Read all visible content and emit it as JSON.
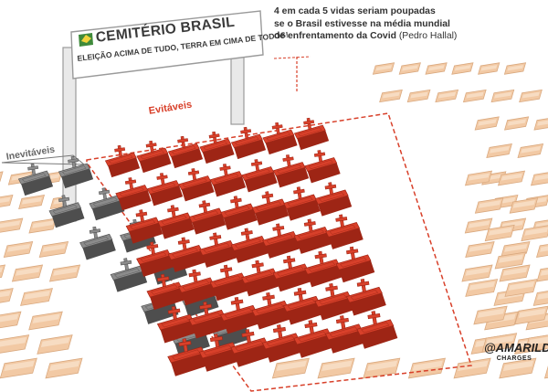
{
  "sign": {
    "title": "CEMITÉRIO BRASIL",
    "slogan": "ELEIÇÃO ACIMA DE TUDO, TERRA EM CIMA DE TODOS!"
  },
  "quote": {
    "line1": "4 em cada 5 vidas seriam poupadas",
    "line2": "se o Brasil estivesse na média mundial",
    "line3": "de enfrentamento da Covid",
    "author": "(Pedro Hallal)"
  },
  "labels": {
    "evitaveis": "Evitáveis",
    "inevitaveis": "Inevitáveis"
  },
  "signature": {
    "name": "@AMARILDO",
    "sub": "CHARGES"
  },
  "colors": {
    "avoidable_coffin": "#d8402a",
    "inevitable_coffin": "#8c8c8c",
    "grave": "#f2c9a4",
    "dashed_border": "#d8402a"
  },
  "coffins": {
    "avoidable_count": 49,
    "inevitable_count": 12
  }
}
